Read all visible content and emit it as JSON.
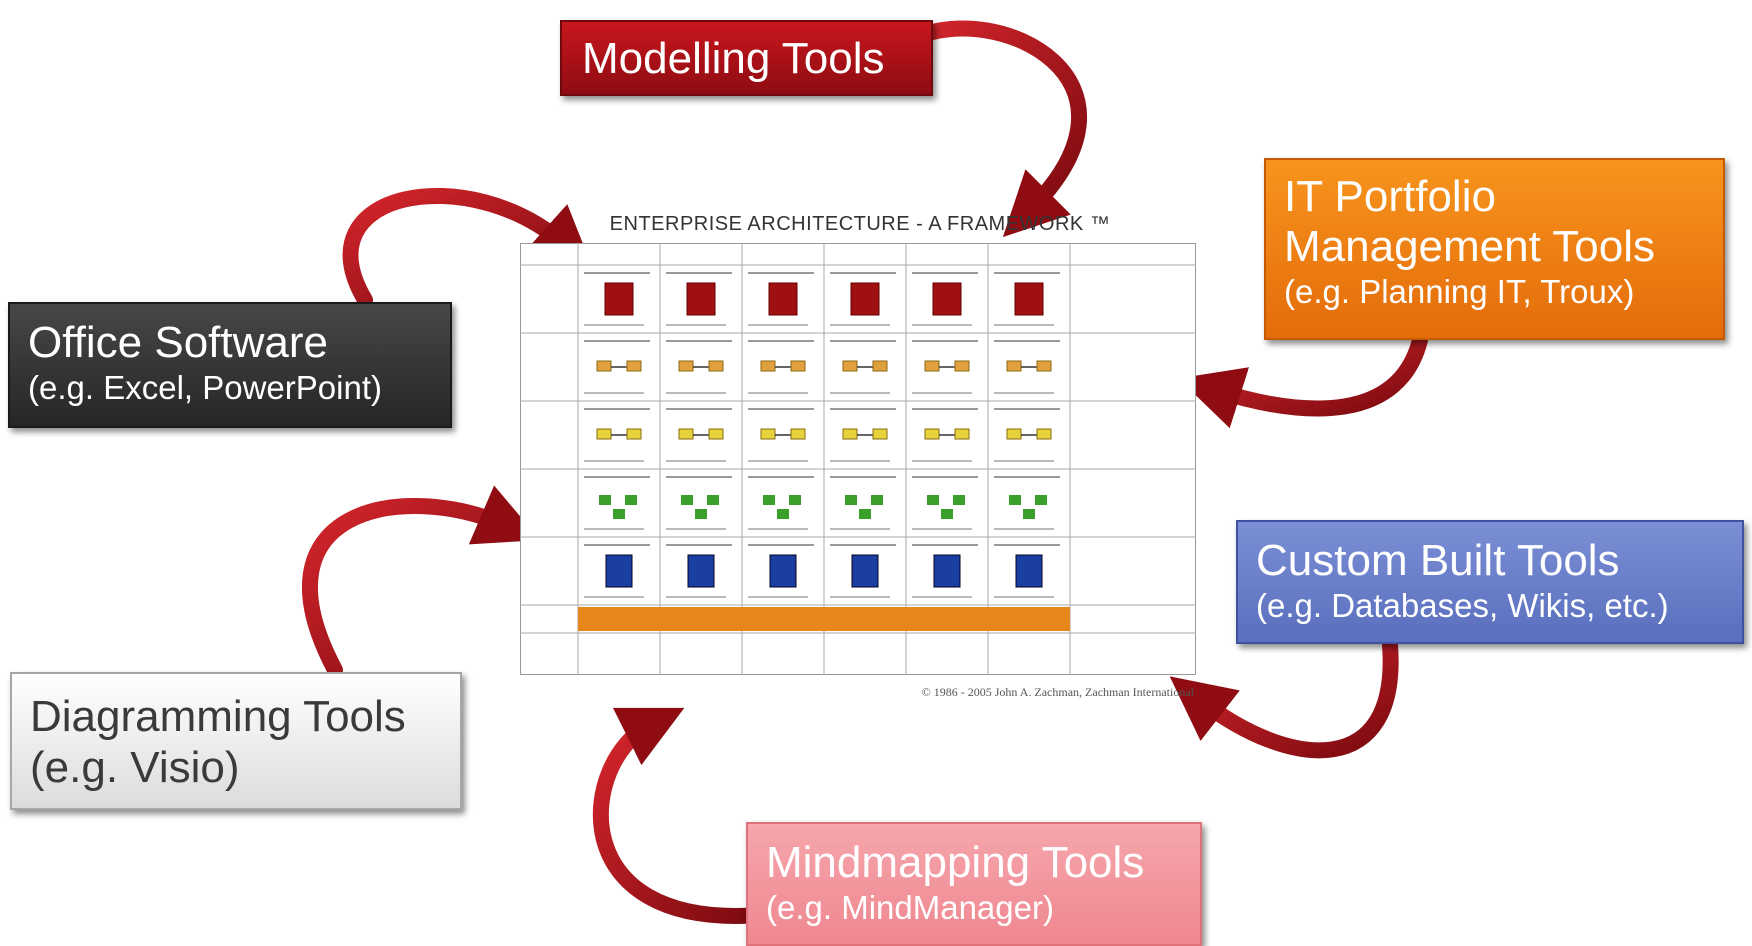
{
  "boxes": {
    "modelling": {
      "title": "Modelling Tools"
    },
    "office": {
      "title": "Office Software",
      "subtitle": "(e.g. Excel, PowerPoint)"
    },
    "itpm": {
      "title_line1": "IT Portfolio",
      "title_line2": "Management Tools",
      "subtitle": "(e.g. Planning IT, Troux)"
    },
    "custom": {
      "title": "Custom Built Tools",
      "subtitle": "(e.g. Databases, Wikis, etc.)"
    },
    "diagramming": {
      "title": "Diagramming Tools",
      "subtitle": "(e.g. Visio)"
    },
    "mindmapping": {
      "title": "Mindmapping Tools",
      "subtitle": "(e.g. MindManager)"
    }
  },
  "framework": {
    "title": "ENTERPRISE ARCHITECTURE - A FRAMEWORK ™",
    "copyright": "© 1986 - 2005 John A. Zachman, Zachman International"
  },
  "colors": {
    "arrow": "#a10f16",
    "footer_row": "#e8861a",
    "red_cell": "#a01010",
    "blue_cell": "#1b3fa0",
    "green_cell": "#3aa02a"
  }
}
